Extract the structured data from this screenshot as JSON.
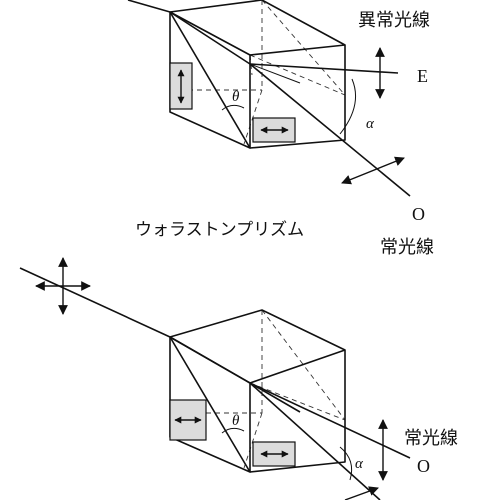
{
  "top_prism": {
    "extraordinary_ray_label": "異常光線",
    "e_label": "E",
    "ordinary_ray_label": "常光線",
    "o_label": "O",
    "theta_label": "θ",
    "alpha_label": "α"
  },
  "caption": "ウォラストンプリズム",
  "bottom_prism": {
    "ordinary_ray_label": "常光線",
    "o_label": "O",
    "theta_label": "θ",
    "alpha_label": "α"
  },
  "icons": {
    "polarization": "double-headed-arrow",
    "unpolarized": "four-way-arrow"
  }
}
